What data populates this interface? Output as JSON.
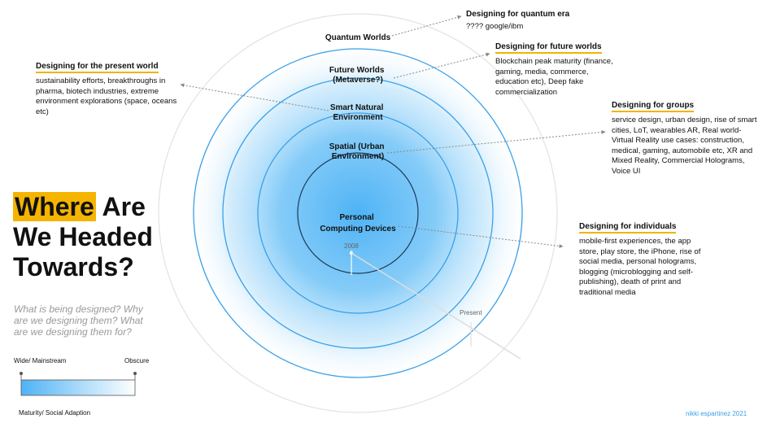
{
  "title": {
    "highlight": "Where",
    "line1_rest": " Are",
    "line2": "We Headed",
    "line3": "Towards?"
  },
  "question": "What is being designed? Why are we designing them? What are we designing them for?",
  "rings": [
    {
      "label_lines": [
        "Quantum Worlds"
      ]
    },
    {
      "label_lines": [
        "Future Worlds",
        "(Metaverse?)"
      ]
    },
    {
      "label_lines": [
        "Smart Natural",
        "Environment"
      ]
    },
    {
      "label_lines": [
        "Spatial (Urban",
        "Environment)"
      ]
    },
    {
      "label_lines": [
        "Personal",
        "Computing Devices"
      ]
    }
  ],
  "timeline": {
    "start": "2008",
    "end": "Present"
  },
  "callouts": {
    "quantum": {
      "title": "Designing for quantum era",
      "body": "???? google/ibm"
    },
    "future": {
      "title": "Designing for future worlds",
      "body": "Blockchain peak maturity (finance, gaming, media, commerce, education etc), Deep fake commercialization"
    },
    "present": {
      "title": "Designing for the present world",
      "body": "sustainability efforts, breakthroughs in pharma, biotech industries, extreme environment explorations (space, oceans etc)"
    },
    "groups": {
      "title": "Designing for groups",
      "body": "service design, urban design, rise of smart cities,  LoT, wearables AR, Real world-Virtual Reality use cases: construction, medical, gaming, automobile etc, XR and Mixed Reality, Commercial Holograms, Voice UI"
    },
    "individuals": {
      "title": "Designing for individuals",
      "body": "mobile-first experiences, the app store, play store, the iPhone, rise of social media, personal holograms, blogging (microblogging and self-publishing), death of print and traditional media"
    }
  },
  "scale": {
    "left": "Wide/ Mainstream",
    "right": "Obscure",
    "bottom": "Maturity/ Social Adaption"
  },
  "credit": "nikki espartinez 2021",
  "colors": {
    "accent": "#f5b400",
    "ring": "#3aa0e8",
    "glow": "#4fb3f5"
  }
}
